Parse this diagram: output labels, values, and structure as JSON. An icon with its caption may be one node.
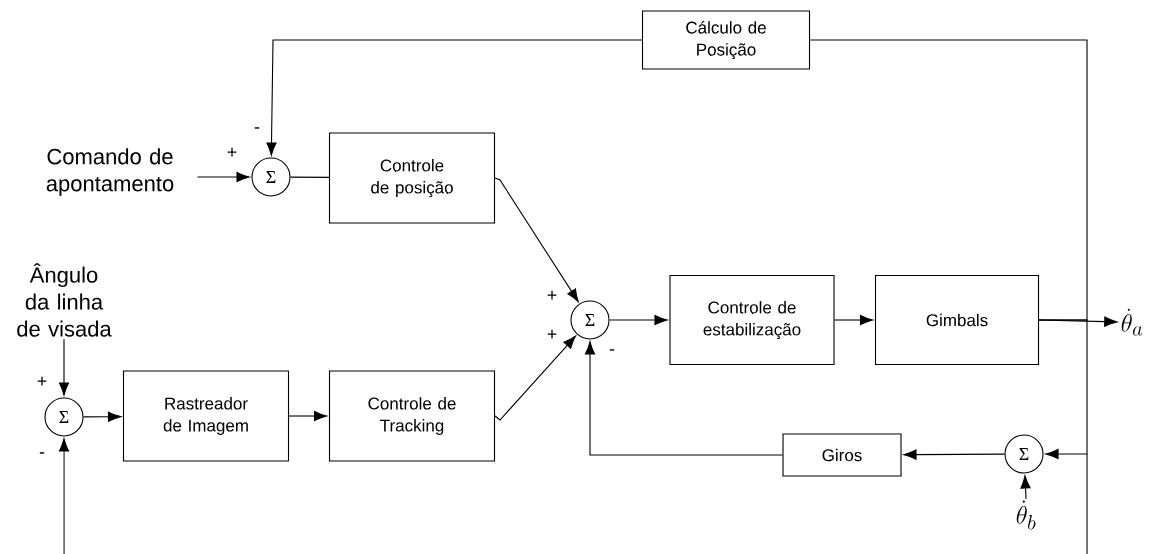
{
  "diagram": {
    "nodes": [
      {
        "text": [
          "Comando de apontamento"
        ]
      },
      {
        "text": [
          "Σ"
        ]
      },
      {
        "text": [
          "Controle de posição"
        ]
      },
      {
        "text": [
          "Cálculo de Posição"
        ]
      },
      {
        "text": [
          "Ângulo da linha de visada"
        ]
      },
      {
        "text": [
          "Σ"
        ]
      },
      {
        "text": [
          "Rastreador de Imagem"
        ]
      },
      {
        "text": [
          "Controle de Tracking"
        ]
      },
      {
        "text": [
          "Σ"
        ]
      },
      {
        "text": [
          "Controle de estabilização"
        ]
      },
      {
        "text": [
          "Gimbals"
        ]
      },
      {
        "text": [
          "\\dot{\\theta}_a"
        ]
      },
      {
        "text": [
          "Σ"
        ]
      },
      {
        "text": [
          "Giros"
        ]
      },
      {
        "text": [
          "\\dot{\\theta}_b"
        ]
      }
    ],
    "edges": [
      {
        "from": 0,
        "to": 1,
        "arrow": "to"
      },
      {
        "from": 3,
        "to": 1,
        "arrow": "to"
      },
      {
        "from": 1,
        "to": 2,
        "arrow": "none"
      },
      {
        "from": 2,
        "to": 8,
        "arrow": "to"
      },
      {
        "from": 4,
        "to": 5,
        "arrow": "to"
      },
      {
        "from": 5,
        "to": 6,
        "arrow": "to"
      },
      {
        "from": 6,
        "to": 7,
        "arrow": "to"
      },
      {
        "from": 7,
        "to": 8,
        "arrow": "to"
      },
      {
        "from": 8,
        "to": 9,
        "arrow": "to"
      },
      {
        "from": 9,
        "to": 10,
        "arrow": "to"
      },
      {
        "from": 10,
        "to": 11,
        "arrow": "to"
      },
      {
        "from": 10,
        "to": 3,
        "arrow": "none"
      },
      {
        "from": 10,
        "to": 12,
        "arrow": "to"
      },
      {
        "from": null,
        "to": 5,
        "arrow": "to"
      },
      {
        "from": 12,
        "to": 13,
        "arrow": "to"
      },
      {
        "from": 13,
        "to": 8,
        "arrow": "to"
      },
      {
        "from": 14,
        "to": 12,
        "arrow": "to"
      }
    ],
    "labels": [
      "-",
      "+",
      "+",
      "+",
      "-",
      "+",
      "-"
    ]
  }
}
